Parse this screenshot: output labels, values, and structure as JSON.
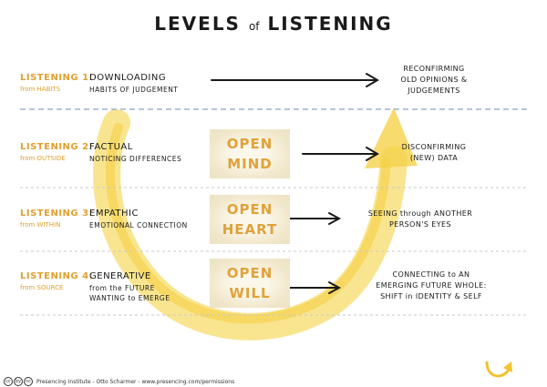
{
  "title": {
    "main_left": "LEVELS",
    "of": "of",
    "main_right": "LISTENING"
  },
  "levels": [
    {
      "name": "LISTENING 1:",
      "from": "from HABITS",
      "head": "DOWNLOADING",
      "sub": "HABITS OF JUDGEMENT",
      "result": [
        "RECONFIRMING",
        "OLD OPINIONS &",
        "JUDGEMENTS"
      ]
    },
    {
      "name": "LISTENING 2:",
      "from": "from OUTSIDE",
      "head": "FACTUAL",
      "sub": "NOTICING DIFFERENCES",
      "result": [
        "DISCONFIRMING",
        "(NEW) DATA"
      ]
    },
    {
      "name": "LISTENING 3:",
      "from": "from WITHIN",
      "head": "EMPATHIC",
      "sub": "EMOTIONAL CONNECTION",
      "result": [
        "SEEING through ANOTHER",
        "PERSON'S EYES"
      ]
    },
    {
      "name": "LISTENING 4:",
      "from": "from SOURCE",
      "head": "GENERATIVE",
      "sub": [
        "from the FUTURE",
        "WANTING to EMERGE"
      ],
      "result": [
        "CONNECTING to AN",
        "EMERGING FUTURE WHOLE:",
        "SHIFT in IDENTITY & SELF"
      ]
    }
  ],
  "open_boxes": [
    {
      "line1": "OPEN",
      "line2": "MIND"
    },
    {
      "line1": "OPEN",
      "line2": "HEART"
    },
    {
      "line1": "OPEN",
      "line2": "WILL"
    }
  ],
  "footer": {
    "cc_icons": [
      "cc",
      "by",
      "nc"
    ],
    "credit": "Presencing Institute - Otto Scharmer - www.presencing.com/permissions"
  },
  "colors": {
    "accent": "#e0a030",
    "brush": "#f5d24a",
    "ink": "#1a1a1a",
    "separator": "#8aa4c0"
  },
  "icons": {
    "u_arrow": "u-curve-arrow-icon"
  }
}
